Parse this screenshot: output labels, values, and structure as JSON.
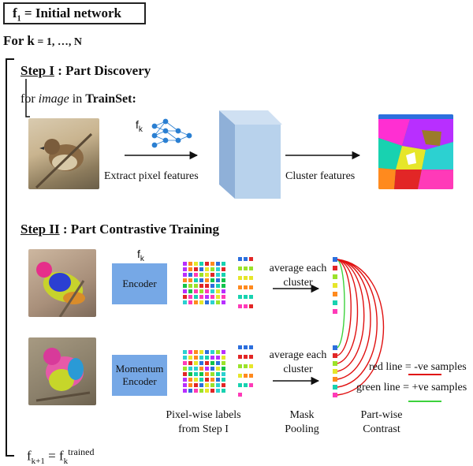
{
  "header": {
    "init_f": "f",
    "init_sub": "1",
    "init_text": " = Initial network",
    "loop_for": "For ",
    "loop_k": "k",
    "loop_range": " = 1, …, N"
  },
  "step1": {
    "heading_step": "Step I",
    "heading_title": " : Part Discovery",
    "loop_for": "for ",
    "loop_image": "image",
    "loop_in": " in ",
    "loop_set": "TrainSet:",
    "model_label": "f",
    "model_sub": "k",
    "extract_label": "Extract pixel features",
    "cluster_label": "Cluster features"
  },
  "step2": {
    "heading_step": "Step II",
    "heading_title": " : Part Contrastive Training",
    "model_label": "f",
    "model_sub": "k",
    "encoder_label": "Encoder",
    "momentum_line1": "Momentum",
    "momentum_line2": "Encoder",
    "avg_top_1": "average each",
    "avg_top_2": "cluster",
    "avg_bot_1": "average each",
    "avg_bot_2": "cluster",
    "col_labels_1": "Pixel-wise labels",
    "col_labels_2": "from Step I",
    "col_mask_1": "Mask",
    "col_mask_2": "Pooling",
    "col_contrast_1": "Part-wise",
    "col_contrast_2": "Contrast",
    "legend_red": "red line = -ve samples",
    "legend_green": "green line = +ve samples"
  },
  "footer": {
    "lhs_f": "f",
    "lhs_sub": "k+1",
    "eq": " = ",
    "rhs_f": "f",
    "rhs_sub": "k",
    "rhs_sup": "trained"
  },
  "colors": {
    "encoder_blue": "#76a8e6",
    "negative_line": "#e01010",
    "positive_line": "#3cd23c",
    "cube_front": "#b8d2ec",
    "cube_side": "#8fb0d8"
  }
}
